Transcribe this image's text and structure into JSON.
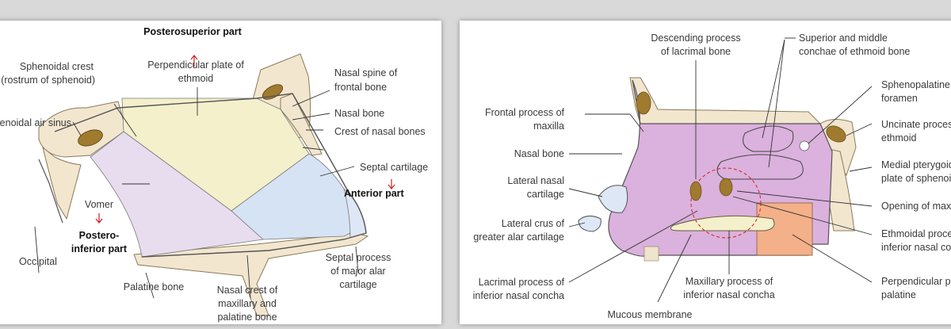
{
  "colors": {
    "bone": "#f2e6cf",
    "ethmoid_plate": "#f4f0cc",
    "vomer": "#e8dcef",
    "septal_cartilage": "#d6e3f4",
    "sinus_fill": "#a07a2e",
    "lateral_wall": "#dbb1dd",
    "palatine": "#f3b089",
    "accent_arrow": "#d22020"
  },
  "left_panel": {
    "labels": {
      "posterosuperior": "Posterosuperior part",
      "sphenoidal_crest_1": "Sphenoidal crest",
      "sphenoidal_crest_2": "(rostrum of sphenoid)",
      "perp_plate_1": "Perpendicular plate of",
      "perp_plate_2": "ethmoid",
      "nasal_spine_1": "Nasal spine of",
      "nasal_spine_2": "frontal bone",
      "nasal_bone": "Nasal bone",
      "crest_nasal": "Crest of nasal bones",
      "sphenoidal_sinus": "Sphenoidal air sinus",
      "septal_cartilage": "Septal cartilage",
      "anterior": "Anterior part",
      "vomer": "Vomer",
      "posteroinferior_1": "Postero-",
      "posteroinferior_2": "inferior part",
      "occipital": "Occipital",
      "palatine_bone": "Palatine bone",
      "nasal_crest_1": "Nasal crest of",
      "nasal_crest_2": "maxillary and",
      "nasal_crest_3": "palatine bone",
      "septal_process_1": "Septal process",
      "septal_process_2": "of major alar",
      "septal_process_3": "cartilage"
    }
  },
  "right_panel": {
    "labels": {
      "descending_1": "Descending process",
      "descending_2": "of lacrimal bone",
      "superior_middle_1": "Superior and middle",
      "superior_middle_2": "conchae of ethmoid bone",
      "sphenopalatine_1": "Sphenopalatine",
      "sphenopalatine_2": "foramen",
      "frontal_process_1": "Frontal process of",
      "frontal_process_2": "maxilla",
      "uncinate_1": "Uncinate process of",
      "uncinate_2": "ethmoid",
      "nasal_bone": "Nasal bone",
      "lateral_nasal_1": "Lateral nasal",
      "lateral_nasal_2": "cartilage",
      "medial_pterygoid_1": "Medial pterygoid",
      "medial_pterygoid_2": "plate of sphenoid",
      "opening": "Opening of maxillary sinus",
      "lateral_crus_1": "Lateral crus of",
      "lateral_crus_2": "greater alar cartilage",
      "ethmoidal_process_1": "Ethmoidal process of",
      "ethmoidal_process_2": "inferior nasal concha",
      "lacrimal_process_1": "Lacrimal process of",
      "lacrimal_process_2": "inferior nasal concha",
      "maxillary_process_1": "Maxillary process of",
      "maxillary_process_2": "inferior nasal concha",
      "perpendicular_1": "Perpendicular plate of",
      "perpendicular_2": "palatine",
      "mucous_membrane": "Mucous membrane"
    }
  }
}
